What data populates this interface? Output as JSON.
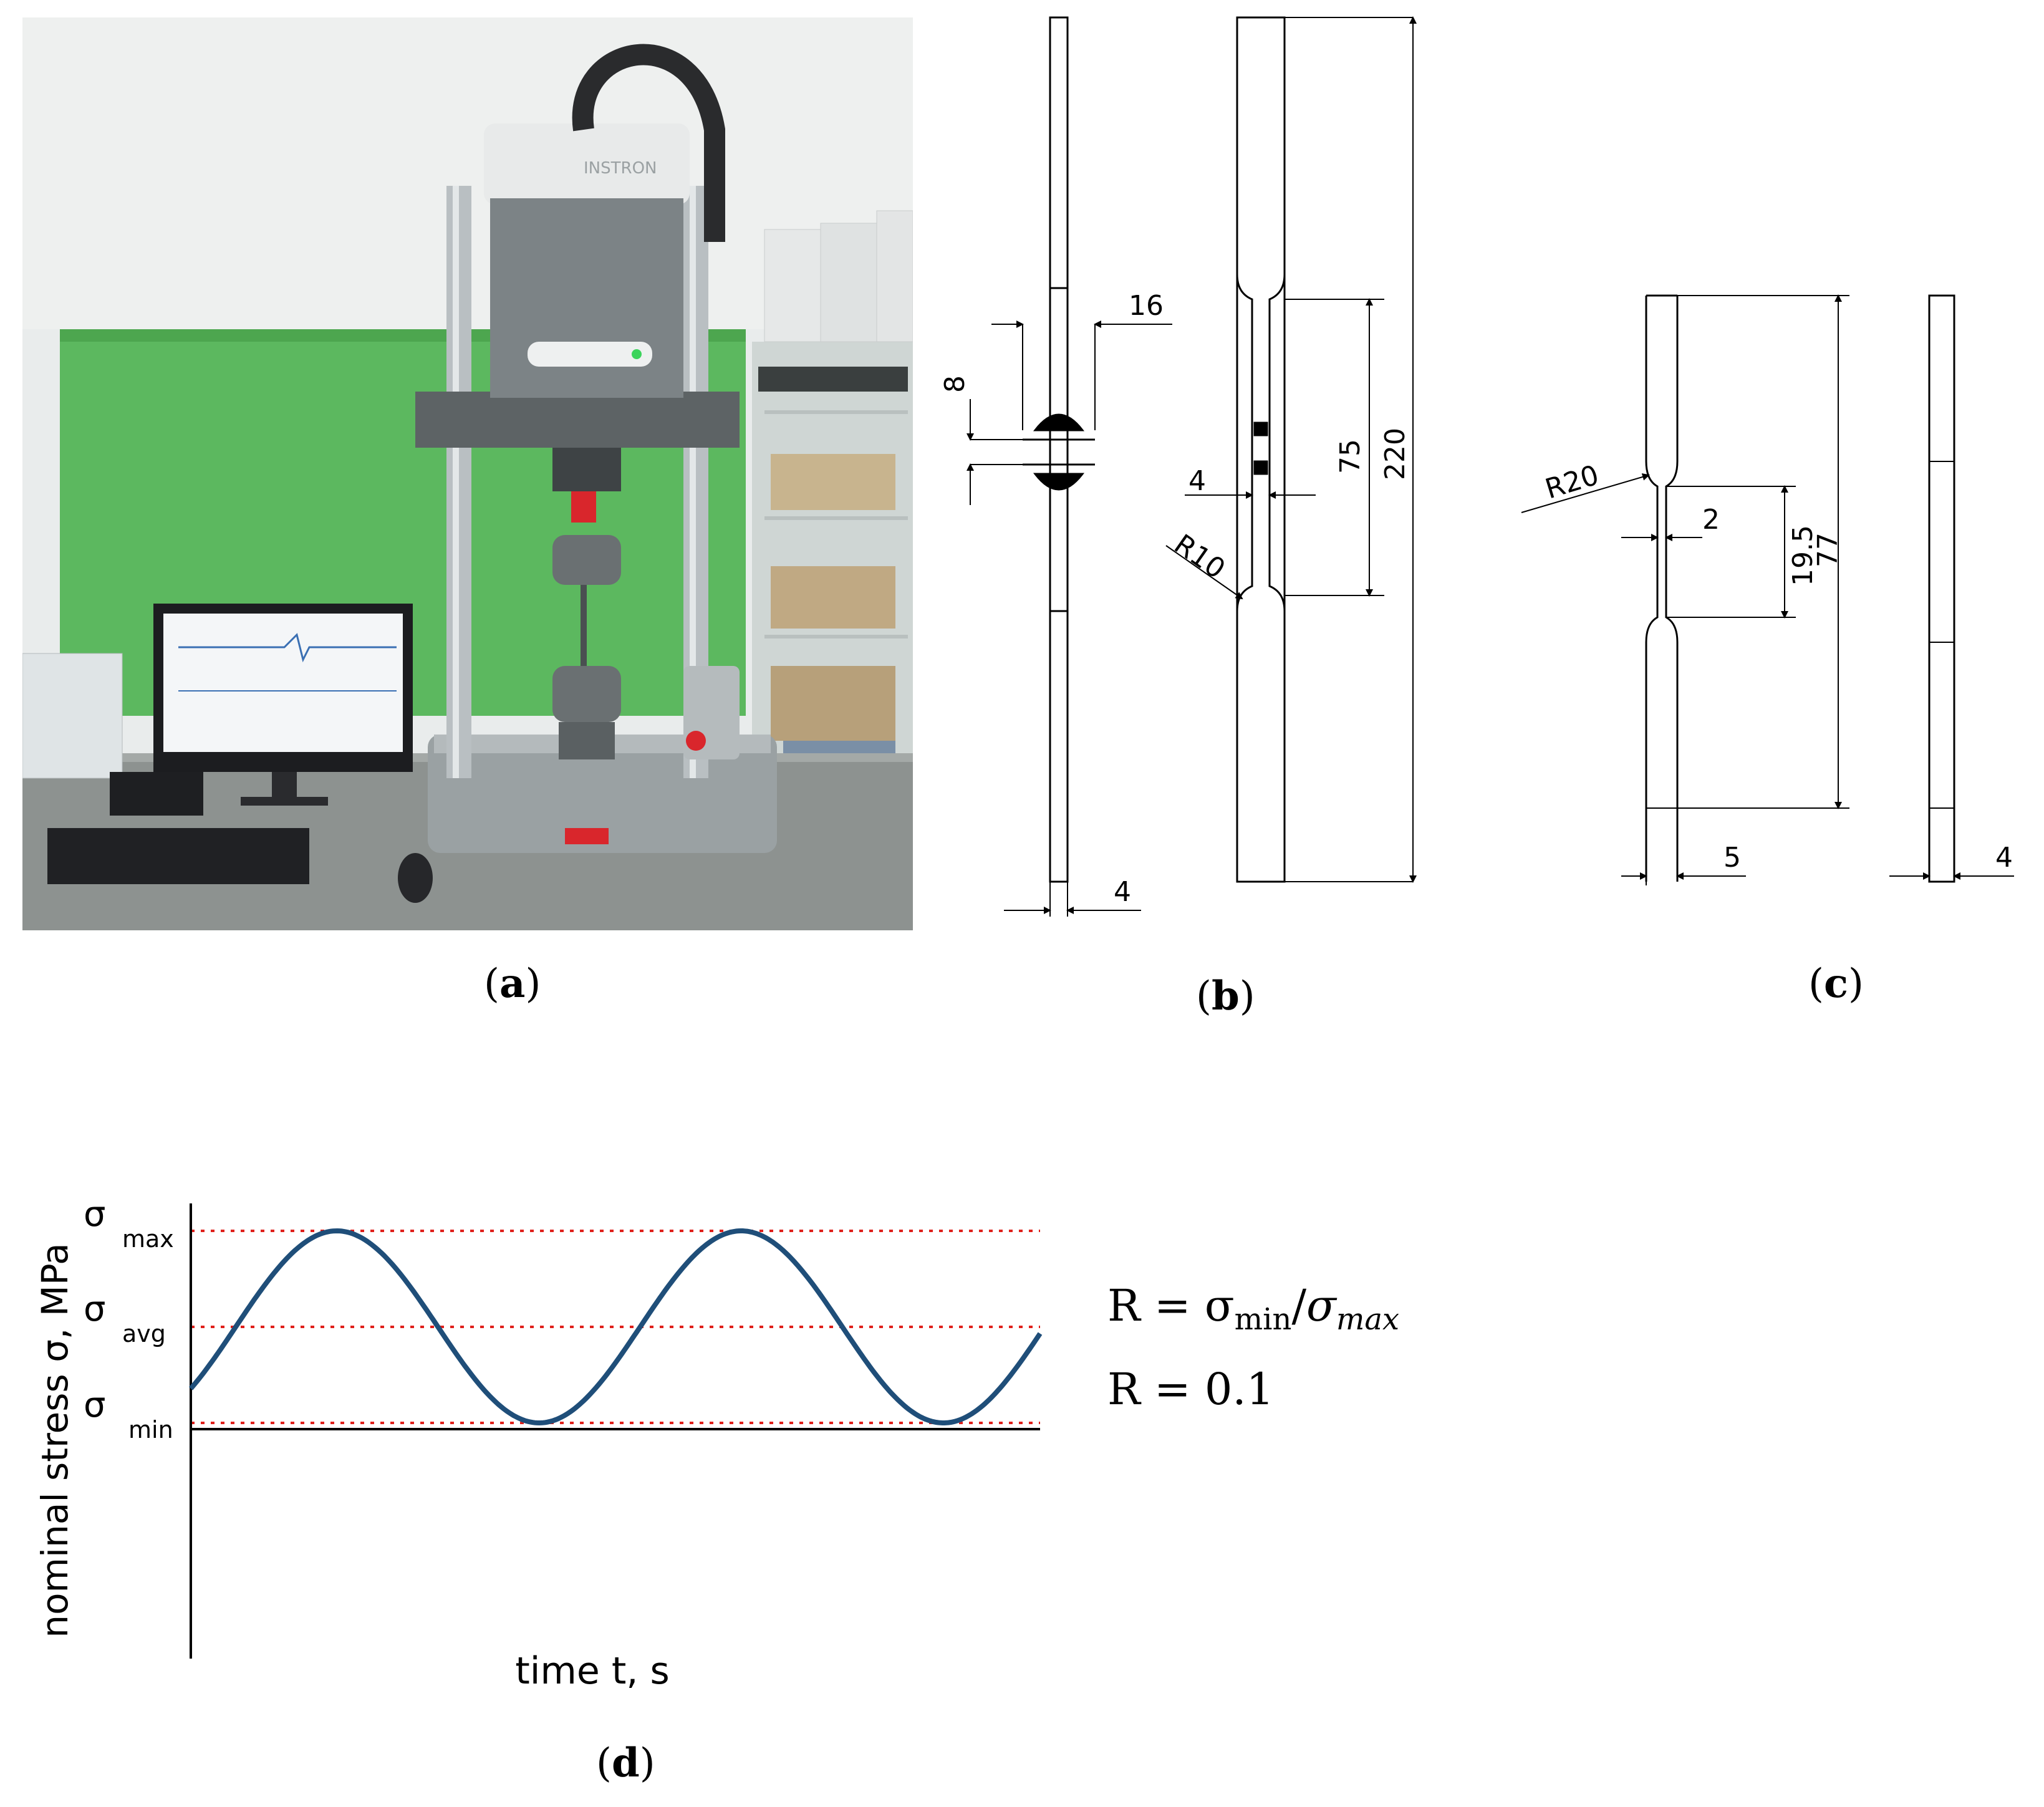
{
  "panels": {
    "a": {
      "open": "(",
      "letter": "a",
      "close": ")",
      "machine_brand": "INSTRON"
    },
    "b": {
      "open": "(",
      "letter": "b",
      "close": ")",
      "dims": {
        "width_grip": "16",
        "notch": "8",
        "thickness": "4",
        "gauge_width": "4",
        "radius": "R10",
        "gauge_length": "75",
        "total_length": "220"
      }
    },
    "c": {
      "open": "(",
      "letter": "c",
      "close": ")",
      "dims": {
        "radius": "R20",
        "gauge_width": "2",
        "gauge_length": "19.5",
        "total_length": "77",
        "grip_width": "5",
        "thickness": "4"
      }
    },
    "d": {
      "open": "(",
      "letter": "d",
      "close": ")"
    }
  },
  "chart_data": {
    "type": "line",
    "xlabel": "time t, s",
    "ylabel": "nominal stress σ, MPa",
    "yticks": [
      {
        "sym": "σ",
        "sub": "max"
      },
      {
        "sym": "σ",
        "sub": "avg"
      },
      {
        "sym": "σ",
        "sub": "min"
      }
    ],
    "y_levels": {
      "max": 1.0,
      "avg": 0.55,
      "min": 0.1
    },
    "waveform": "sine",
    "cycles": 2.1,
    "start_phase_deg": -40,
    "line_color": "#1f4e79",
    "reference_line_color": "#e0201b",
    "equations": {
      "line1": {
        "lhs": "R = σ",
        "sub1": "min",
        "mid": "/",
        "sym2": "σ",
        "sub2": "max"
      },
      "line2": "R = 0.1"
    }
  }
}
